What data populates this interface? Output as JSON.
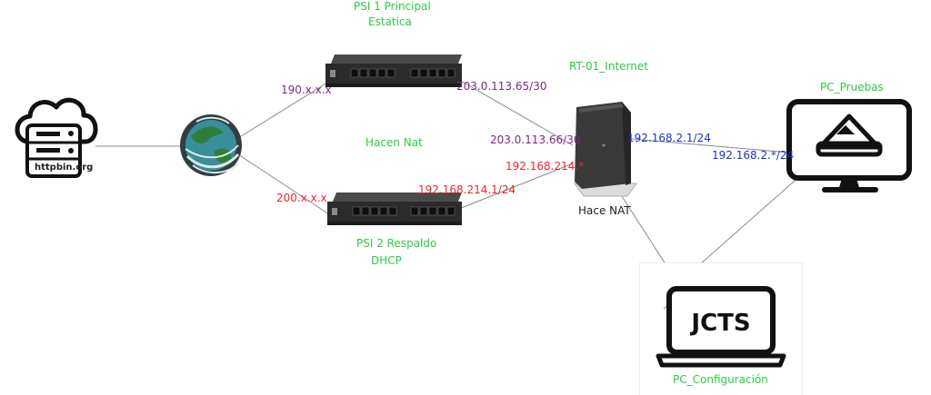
{
  "colors": {
    "green": "#2ecc40",
    "purple": "#7b2d7f",
    "red": "#e8262b",
    "blue": "#2230c8",
    "link": "#8a8a8a"
  },
  "server": {
    "label": "httpbin.org",
    "icon": "cloud-server-icon"
  },
  "internet": {
    "icon": "globe-icon"
  },
  "isp1": {
    "title": "PSI 1 Principal",
    "subtitle": "Estatica",
    "wan_ip": "190.x.x.x",
    "lan_ip": "203.0.113.65/30",
    "icon": "router-icon"
  },
  "isp2": {
    "title": "PSI 2 Respaldo",
    "subtitle": "DHCP",
    "wan_ip": "200.x.x.x",
    "lan_ip": "192.168.214.1/24",
    "icon": "router-icon"
  },
  "nat_note": "Hacen Nat",
  "rt01": {
    "title": "RT-01_Internet",
    "note": "Hace NAT",
    "wan1_ip": "203.0.113.66/30",
    "wan2_ip": "192.168.214.*",
    "lan_ip": "192.168.2.1/24",
    "icon": "wireless-router-icon"
  },
  "pc_pruebas": {
    "title": "PC_Pruebas",
    "ip": "192.168.2.*/24",
    "icon": "monitor-icon"
  },
  "pc_config": {
    "title": "PC_Configuración",
    "screen_text": "JCTS",
    "icon": "laptop-icon"
  }
}
